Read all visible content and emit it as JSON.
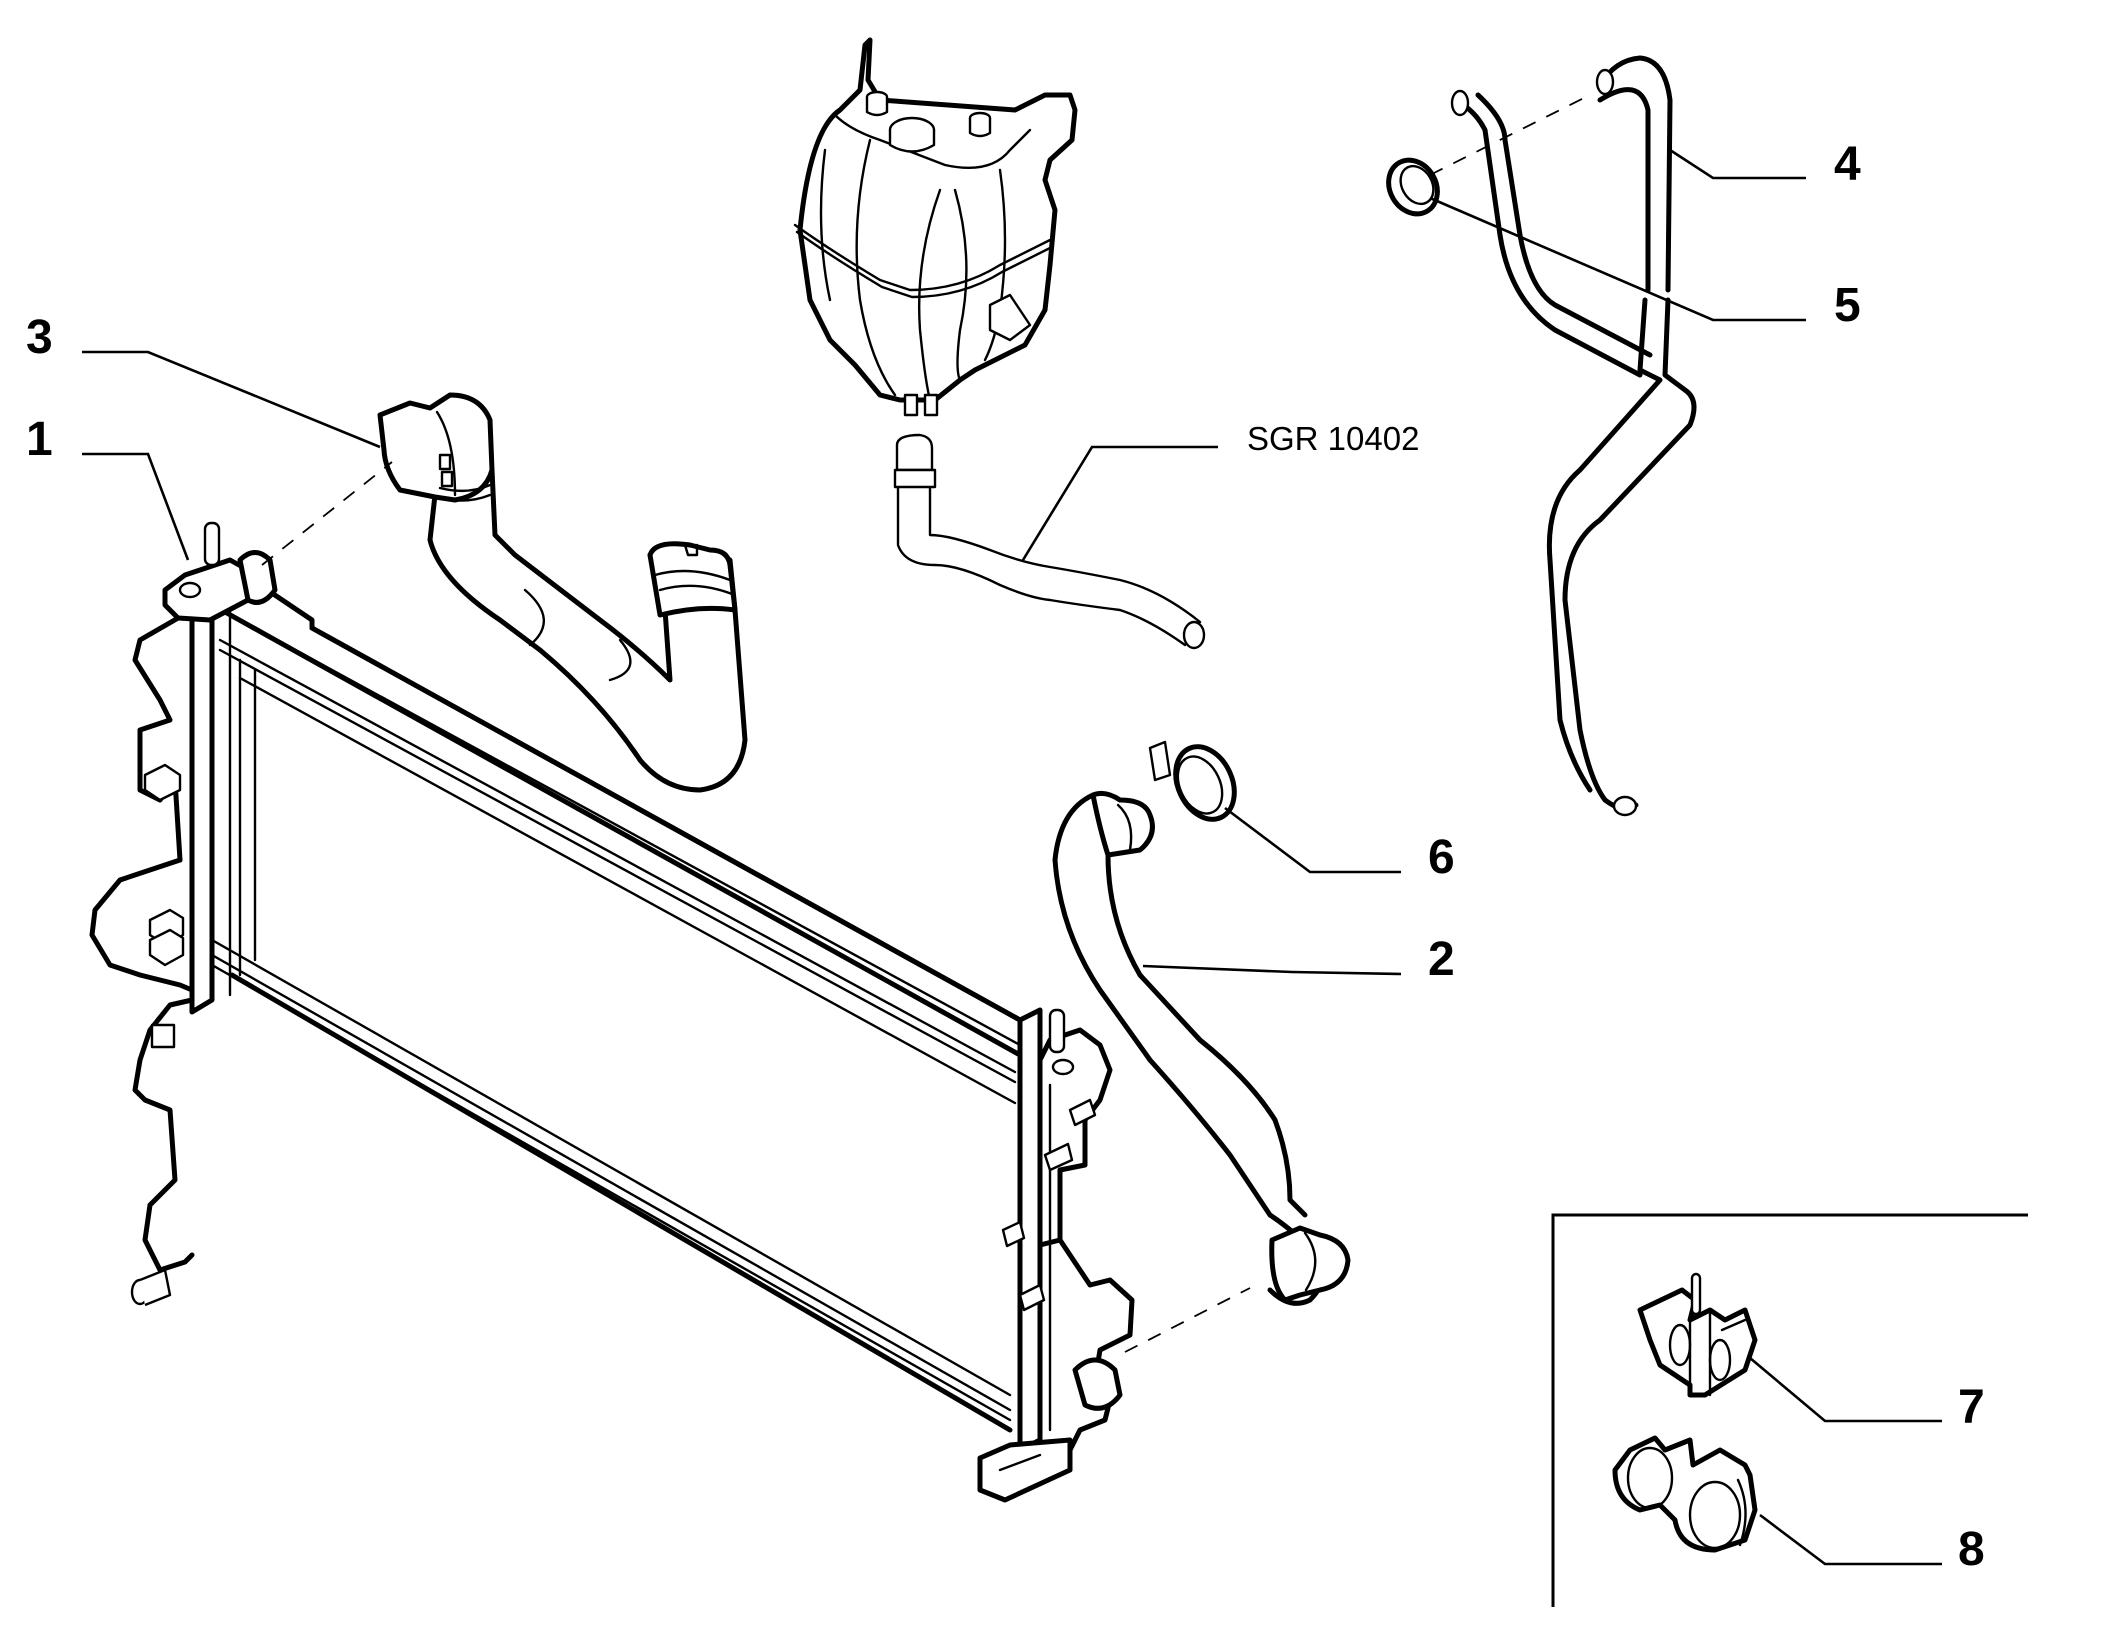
{
  "diagram": {
    "title": "Radiator cooling hoses exploded parts view",
    "reference_label": "SGR 10402",
    "callouts": [
      {
        "number": "1",
        "part": "radiator"
      },
      {
        "number": "2",
        "part": "lower radiator hose"
      },
      {
        "number": "3",
        "part": "upper radiator hose"
      },
      {
        "number": "4",
        "part": "heater / bleed hose"
      },
      {
        "number": "5",
        "part": "hose clamp (small)"
      },
      {
        "number": "6",
        "part": "hose clamp (large)"
      },
      {
        "number": "7",
        "part": "double pipe clip"
      },
      {
        "number": "8",
        "part": "double hose clip"
      }
    ],
    "colors": {
      "line": "#000000",
      "background": "#ffffff"
    }
  }
}
